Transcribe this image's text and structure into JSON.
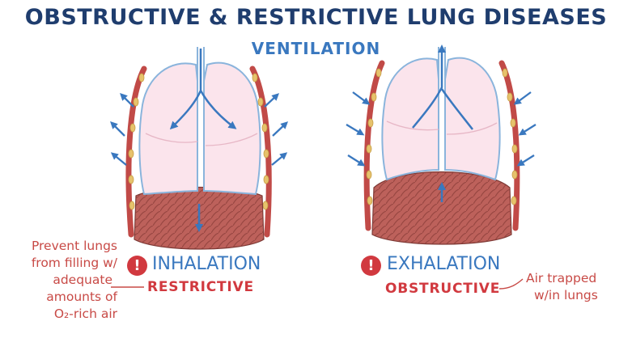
{
  "title": "OBSTRUCTIVE & RESTRICTIVE LUNG DISEASES",
  "subtitle": "VENTILATION",
  "left": {
    "phase": "INHALATION",
    "disease": "RESTRICTIVE",
    "note_lines": [
      "Prevent lungs",
      "from filling w/",
      "adequate",
      "amounts of",
      "O₂-rich air"
    ]
  },
  "right": {
    "phase": "EXHALATION",
    "disease": "OBSTRUCTIVE",
    "note_lines": [
      "Air trapped",
      "w/in lungs"
    ]
  },
  "icons": {
    "alert": "!"
  },
  "colors": {
    "title": "#1f3d6e",
    "accent_blue": "#3a78bf",
    "accent_red": "#d1393f",
    "lung_fill": "#fbe4ec",
    "diaphragm": "#b95a55",
    "rib_cartilage": "#e6c26c"
  }
}
